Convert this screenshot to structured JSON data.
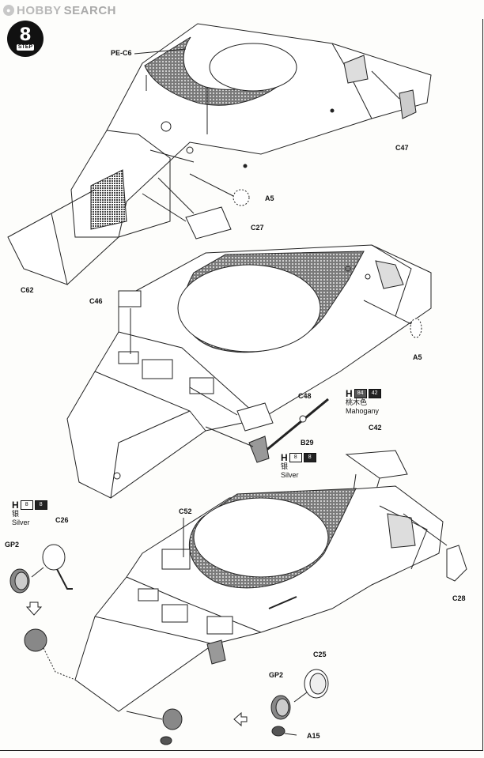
{
  "watermark": {
    "brand": "HOBBY",
    "search": "SEARCH"
  },
  "step": {
    "number": "8",
    "word": "STEP"
  },
  "parts": {
    "pe_c6": "PE-C6",
    "c47": "C47",
    "a5_top": "A5",
    "c27": "C27",
    "c62": "C62",
    "c46": "C46",
    "a5_mid": "A5",
    "c48": "C48",
    "b29": "B29",
    "c42": "C42",
    "c26": "C26",
    "gp2_left": "GP2",
    "c52": "C52",
    "c28": "C28",
    "c25": "C25",
    "gp2_bottom": "GP2",
    "a15": "A15"
  },
  "paints": {
    "mahogany": {
      "prefix": "H",
      "code1": "84",
      "code2": "42",
      "jp": "桃木色",
      "en": "Mahogany"
    },
    "silver_mid": {
      "prefix": "H",
      "code1": "8",
      "code2": "8",
      "jp": "银",
      "en": "Silver"
    },
    "silver_left": {
      "prefix": "H",
      "code1": "8",
      "code2": "8",
      "jp": "银",
      "en": "Silver"
    }
  }
}
